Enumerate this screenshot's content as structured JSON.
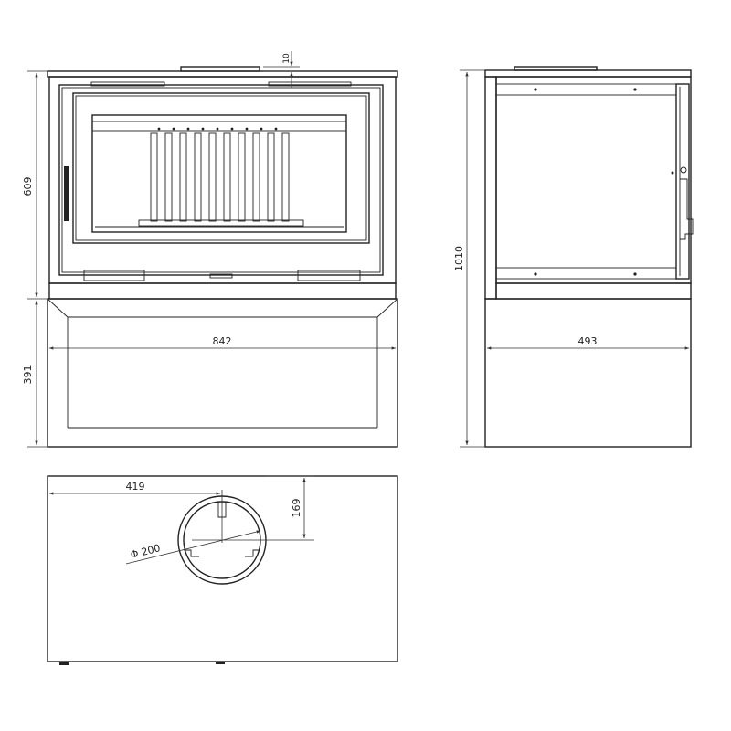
{
  "dimensions": {
    "firebox_height": "609",
    "base_height": "391",
    "width_front": "842",
    "total_height": "1010",
    "depth_side": "493",
    "flue_offset_x": "419",
    "flue_offset_y": "169",
    "flue_diameter": "Φ 200",
    "top_plate_thickness": "10"
  }
}
